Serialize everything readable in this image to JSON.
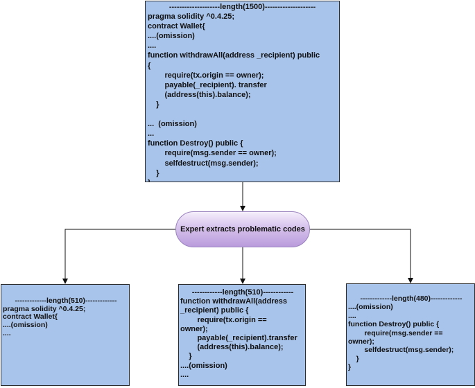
{
  "top_box": {
    "lines": [
      "--------------------length(1500)--------------------",
      "pragma solidity ^0.4.25;",
      "contract Wallet{",
      "....(omission)",
      "....",
      "function withdrawAll(address _recipient) public",
      "{",
      "        require(tx.origin == owner);",
      "        payable(_recipient). transfer",
      "        (address(this).balance);",
      "    }",
      "",
      "...  (omission)",
      "...",
      "function Destroy() public {",
      "        require(msg.sender == owner);",
      "        selfdestruct(msg.sender);",
      "    }",
      "}"
    ]
  },
  "process": {
    "label": "Expert extracts problematic codes"
  },
  "bottom_boxes": [
    {
      "lines": [
        "-------------length(510)-------------",
        "pragma solidity ^0.4.25;",
        "contract Wallet{",
        "....(omission)",
        "...."
      ]
    },
    {
      "lines": [
        "------------length(510)------------",
        "function withdrawAll(address",
        "_recipient) public {",
        "        require(tx.origin ==",
        "owner);",
        "        payable(_recipient).transfer",
        "        (address(this).balance);",
        "    }",
        "....(omission)",
        "...."
      ]
    },
    {
      "lines": [
        "-------------length(480)-------------",
        "....(omission)",
        "....",
        "function Destroy() public {",
        "        require(msg.sender ==",
        "owner);",
        "        selfdestruct(msg.sender);",
        "    }",
        "}"
      ]
    }
  ]
}
